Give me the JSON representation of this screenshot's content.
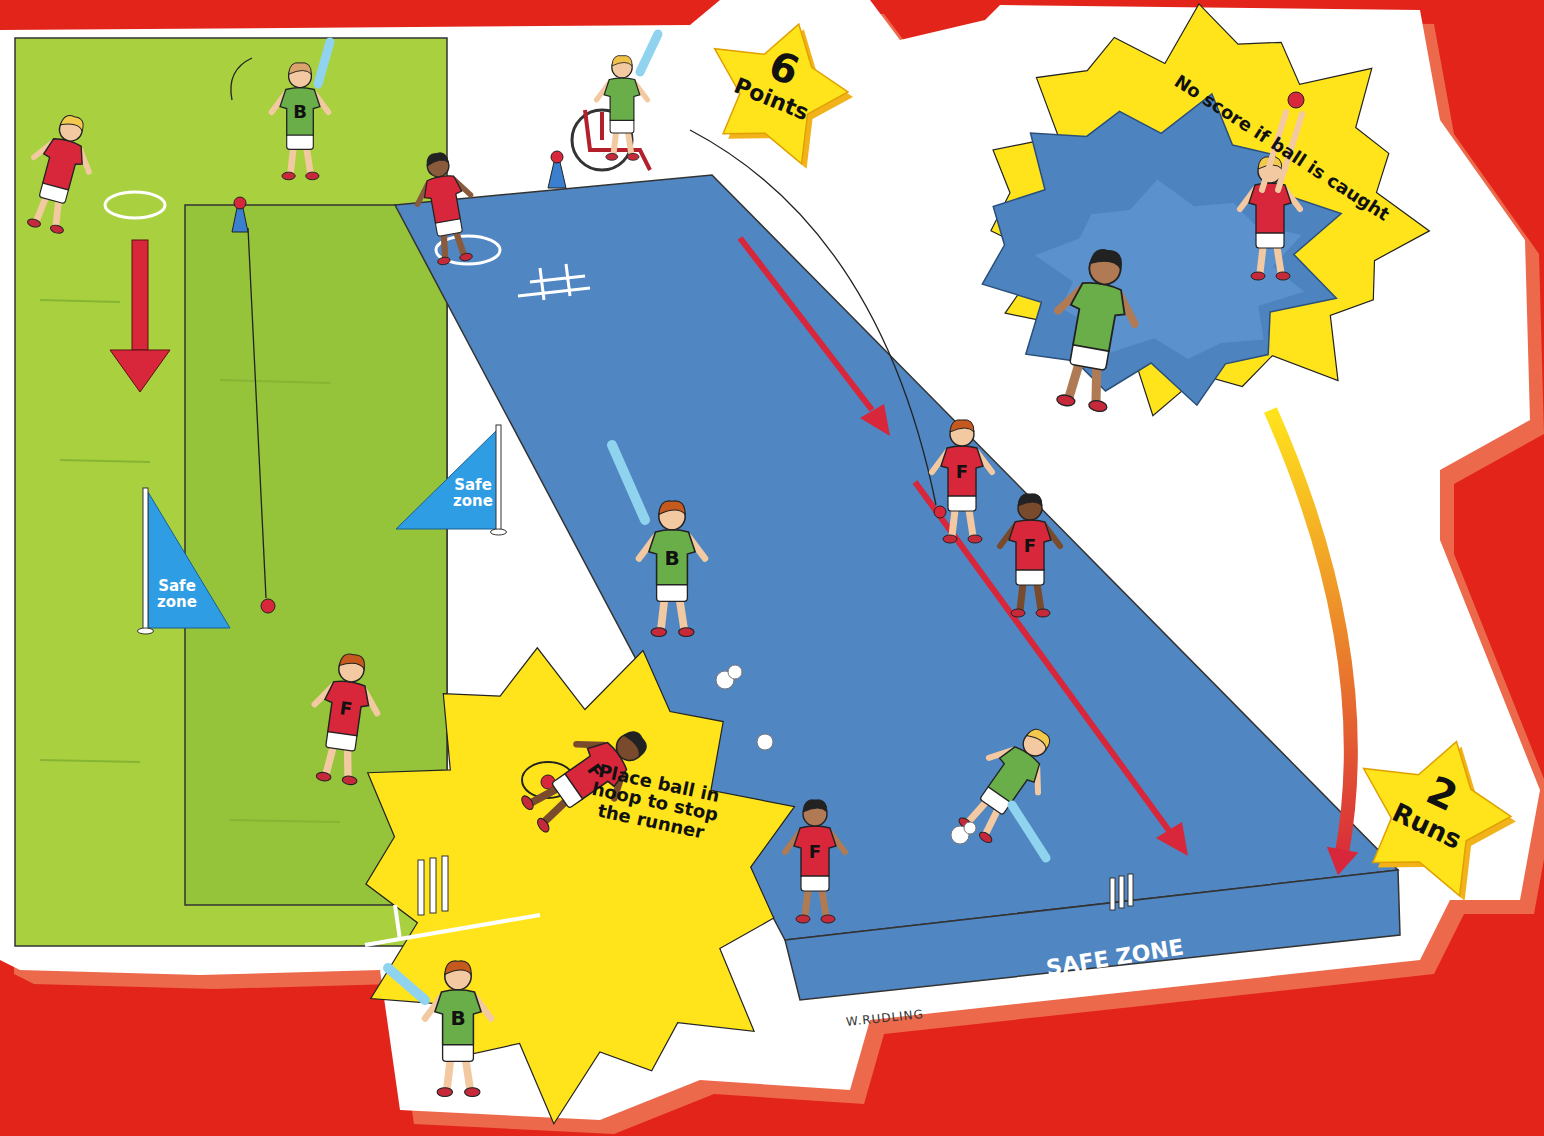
{
  "diagram": {
    "nodes": [
      {
        "text": [
          "6 Points"
        ]
      },
      {
        "text": [
          "No score if ball is caught"
        ]
      },
      {
        "text": [
          "Safe zone"
        ]
      },
      {
        "text": [
          "Safe zone"
        ]
      },
      {
        "text": [
          "Place ball in hoop to stop the runner"
        ]
      },
      {
        "text": [
          "2 Runs"
        ]
      },
      {
        "text": [
          "SAFE ZONE"
        ]
      }
    ],
    "edges": [
      {
        "from": 1,
        "to": 5,
        "arrow": "to"
      }
    ],
    "labels": [
      "B",
      "B",
      "F",
      "F",
      "F",
      "F",
      "F",
      "B",
      "W.RUDLING"
    ]
  }
}
